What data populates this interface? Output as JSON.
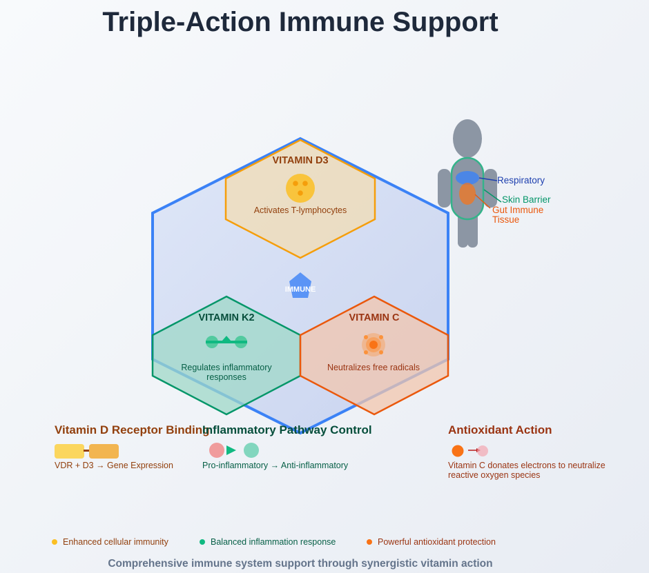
{
  "title": "Triple-Action Immune Support",
  "center_hub": {
    "label": "IMMUNE",
    "color": "#3b82f6"
  },
  "vitamins": [
    {
      "key": "d3",
      "title": "VITAMIN D3",
      "desc_lines": [
        "Activates T-lymphocytes"
      ],
      "stroke": "#f59e0b",
      "title_color": "#92400e",
      "desc_color": "#92400e",
      "icon": "dotted-circle-icon"
    },
    {
      "key": "k2",
      "title": "VITAMIN K2",
      "desc_lines": [
        "Regulates inflammatory",
        "responses"
      ],
      "stroke": "#059669",
      "title_color": "#064e3b",
      "desc_color": "#065f46",
      "icon": "molecule-link-icon"
    },
    {
      "key": "c",
      "title": "VITAMIN C",
      "desc_lines": [
        "Neutralizes free radicals"
      ],
      "stroke": "#ea580c",
      "title_color": "#9a3412",
      "desc_color": "#9a3412",
      "icon": "radiant-orb-icon"
    }
  ],
  "body_figure": {
    "labels": [
      {
        "text_lines": [
          "Respiratory"
        ],
        "color": "#1e40af"
      },
      {
        "text_lines": [
          "Skin Barrier"
        ],
        "color": "#059669"
      },
      {
        "text_lines": [
          "Gut Immune",
          "Tissue"
        ],
        "color": "#ea580c"
      }
    ]
  },
  "sections": [
    {
      "title": "Vitamin D Receptor Binding",
      "desc_lines": [
        "VDR + D3 → Gene Expression"
      ],
      "title_color": "#92400e",
      "desc_color": "#92400e"
    },
    {
      "title": "Inflammatory Pathway Control",
      "desc_lines": [
        "Pro-inflammatory → Anti-inflammatory"
      ],
      "title_color": "#064e3b",
      "desc_color": "#065f46"
    },
    {
      "title": "Antioxidant Action",
      "desc_lines": [
        "Vitamin C donates electrons to neutralize",
        "reactive oxygen species"
      ],
      "title_color": "#9a3412",
      "desc_color": "#9a3412"
    }
  ],
  "legend": [
    {
      "label": "Enhanced cellular immunity",
      "dot_color": "#fbbf24",
      "text_color": "#92400e"
    },
    {
      "label": "Balanced inflammation response",
      "dot_color": "#10b981",
      "text_color": "#065f46"
    },
    {
      "label": "Powerful antioxidant protection",
      "dot_color": "#f97316",
      "text_color": "#9a3412"
    }
  ],
  "footer": "Comprehensive immune system support through synergistic vitamin action"
}
